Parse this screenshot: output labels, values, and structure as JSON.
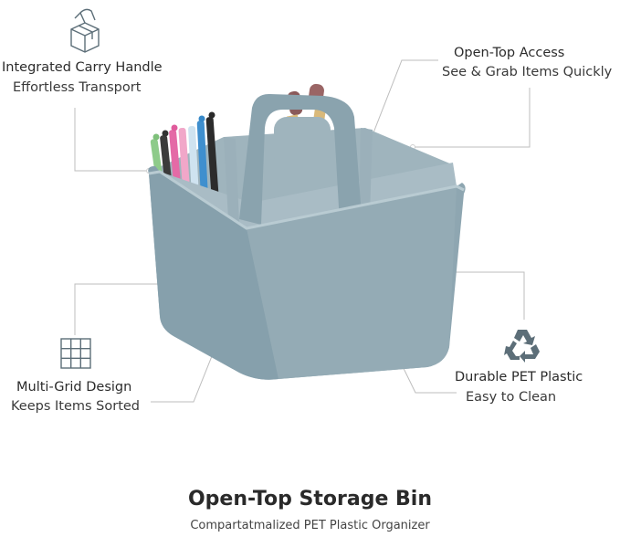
{
  "features": {
    "carry_handle": {
      "title": "Integrated Carry Handle",
      "subtitle": "Effortless Transport",
      "icon": "box-icon"
    },
    "open_top": {
      "title": "Open-Top Access",
      "subtitle": "See & Grab Items Quickly"
    },
    "multi_grid": {
      "title": "Multi-Grid Design",
      "subtitle": "Keeps Items Sorted",
      "icon": "grid-icon"
    },
    "durable": {
      "title": "Durable PET Plastic",
      "subtitle": "Easy to Clean",
      "icon": "recycle-icon"
    }
  },
  "product": {
    "title": "Open-Top Storage Bin",
    "subtitle": "Compartatmalized PET Plastic Organizer"
  },
  "colors": {
    "bin": "#8ea6b1",
    "bin_dark": "#7a939e",
    "bin_light": "#a5bac3",
    "line": "#b8b8b8",
    "icon": "#5c6e78"
  }
}
